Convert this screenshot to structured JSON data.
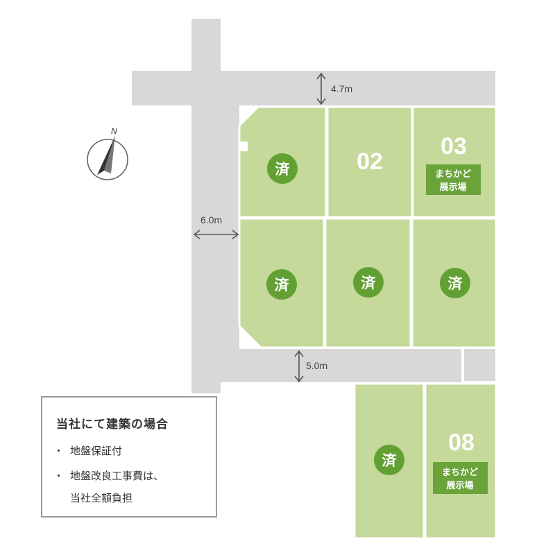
{
  "roads": {
    "north_width": "4.7m",
    "west_width": "6.0m",
    "south_width": "5.0m"
  },
  "compass": {
    "label": "N",
    "icon": "north-arrow-icon"
  },
  "lots": [
    {
      "id": "lot-nw",
      "status": "sold",
      "sold_label": "済"
    },
    {
      "id": "lot-02",
      "number": "02",
      "status": "available"
    },
    {
      "id": "lot-03",
      "number": "03",
      "status": "showroom",
      "badge_line1": "まちかど",
      "badge_line2": "展示場"
    },
    {
      "id": "lot-mid-left",
      "status": "sold",
      "sold_label": "済"
    },
    {
      "id": "lot-mid-center",
      "status": "sold",
      "sold_label": "済"
    },
    {
      "id": "lot-mid-right",
      "status": "sold",
      "sold_label": "済"
    },
    {
      "id": "lot-south-left",
      "status": "sold",
      "sold_label": "済"
    },
    {
      "id": "lot-08",
      "number": "08",
      "status": "showroom",
      "badge_line1": "まちかど",
      "badge_line2": "展示場"
    }
  ],
  "info_box": {
    "title": "当社にて建築の場合",
    "bullet": "・",
    "items": [
      "地盤保証付",
      "地盤改良工事費は、"
    ],
    "item_2_continuation": "当社全額負担"
  },
  "colors": {
    "road": "#d9d8d8",
    "lot_fill": "#c5d99a",
    "lot_border": "#ffffff",
    "badge": "#6aa33a",
    "sold_circle": "#62a034",
    "arrow": "#555555"
  }
}
